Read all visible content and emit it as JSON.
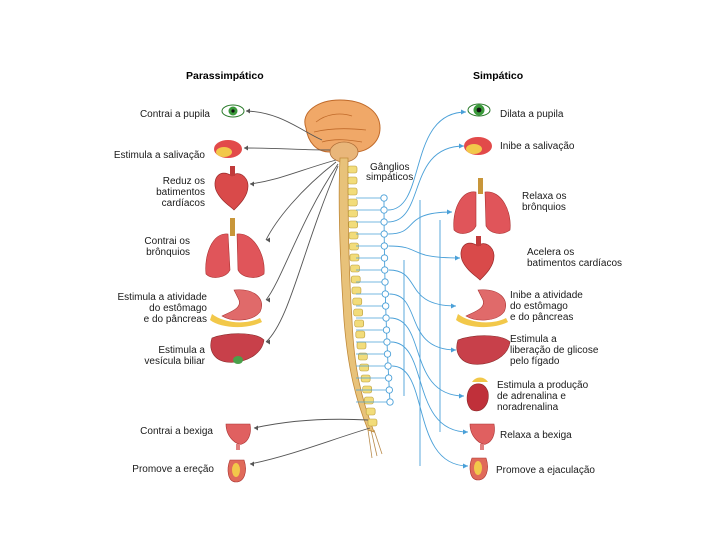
{
  "headers": {
    "parasympathetic": "Parassimpático",
    "sympathetic": "Simpático"
  },
  "ganglia_label": [
    "Gânglios",
    "simpáticos"
  ],
  "left_labels": [
    {
      "id": "contrai-pupila",
      "lines": [
        "Contrai a pupila"
      ]
    },
    {
      "id": "estimula-salivacao",
      "lines": [
        "Estimula a salivação"
      ]
    },
    {
      "id": "reduz-batimentos",
      "lines": [
        "Reduz os",
        "batimentos",
        "cardíacos"
      ]
    },
    {
      "id": "contrai-bronquios",
      "lines": [
        "Contrai os",
        "brônquios"
      ]
    },
    {
      "id": "estimula-estomago",
      "lines": [
        "Estimula a atividade",
        "do estômago",
        "e do pâncreas"
      ]
    },
    {
      "id": "estimula-vesicula",
      "lines": [
        "Estimula a",
        "vesícula biliar"
      ]
    },
    {
      "id": "contrai-bexiga",
      "lines": [
        "Contrai a bexiga"
      ]
    },
    {
      "id": "promove-erecao",
      "lines": [
        "Promove a ereção"
      ]
    }
  ],
  "right_labels": [
    {
      "id": "dilata-pupila",
      "lines": [
        "Dilata a pupila"
      ]
    },
    {
      "id": "inibe-salivacao",
      "lines": [
        "Inibe a salivação"
      ]
    },
    {
      "id": "relaxa-bronquios",
      "lines": [
        "Relaxa os",
        "brônquios"
      ]
    },
    {
      "id": "acelera-batimentos",
      "lines": [
        "Acelera os",
        "batimentos cardíacos"
      ]
    },
    {
      "id": "inibe-estomago",
      "lines": [
        "Inibe a atividade",
        "do estômago",
        "e do pâncreas"
      ]
    },
    {
      "id": "estimula-glicose",
      "lines": [
        "Estimula a",
        "liberação de glicose",
        "pelo fígado"
      ]
    },
    {
      "id": "estimula-adrenalina",
      "lines": [
        "Estimula a produção",
        "de adrenalina e",
        "noradrenalina"
      ]
    },
    {
      "id": "relaxa-bexiga",
      "lines": [
        "Relaxa a bexiga"
      ]
    },
    {
      "id": "promove-ejaculacao",
      "lines": [
        "Promove a ejaculação"
      ]
    }
  ],
  "colors": {
    "parasympathetic_nerve": "#555555",
    "sympathetic_nerve": "#4aa0d8",
    "brain": "#f0a868",
    "spinal_cord": "#e8c27a",
    "vertebra": "#f2dc7a",
    "organ_red": "#d94a4a",
    "eye_green": "#3a9a3a"
  }
}
